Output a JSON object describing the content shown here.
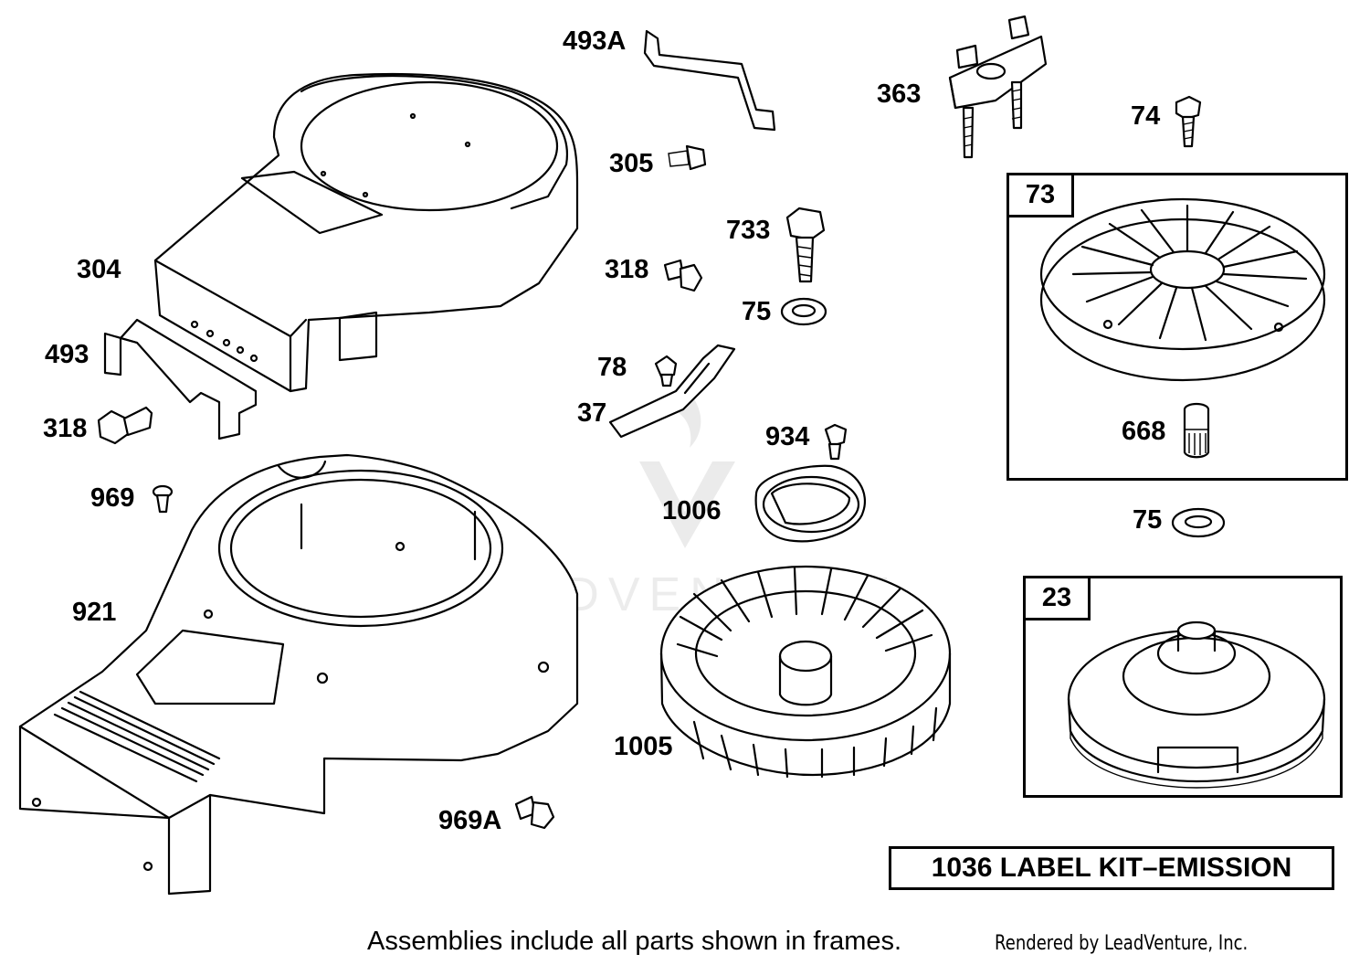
{
  "callouts": {
    "p304": "304",
    "p493": "493",
    "p318a": "318",
    "p969": "969",
    "p921": "921",
    "p493a": "493A",
    "p305": "305",
    "p733": "733",
    "p318b": "318",
    "p75a": "75",
    "p78": "78",
    "p37": "37",
    "p934": "934",
    "p1006": "1006",
    "p1005": "1005",
    "p969a": "969A",
    "p363": "363",
    "p74": "74",
    "p73": "73",
    "p668": "668",
    "p75b": "75",
    "p23": "23"
  },
  "kit_label": "1036 LABEL KIT–EMISSION",
  "footer_note": "Assemblies include all parts shown in frames.",
  "credit": "Rendered by LeadVenture, Inc.",
  "watermark": "LEADVENTURE"
}
